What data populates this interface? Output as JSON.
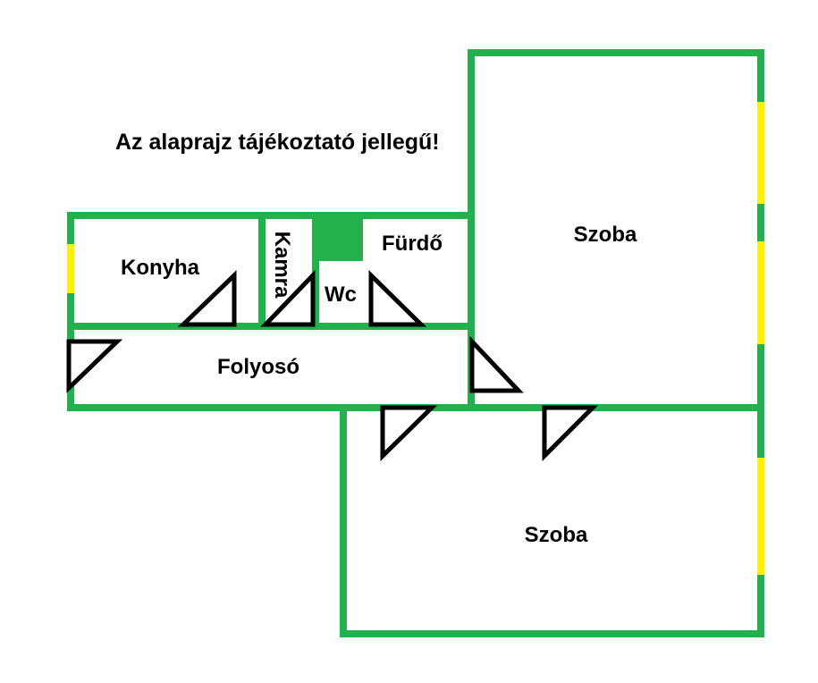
{
  "title": "Az alaprajz tájékoztató jellegű!",
  "rooms": {
    "konyha": {
      "label": "Konyha"
    },
    "kamra": {
      "label": "Kamra"
    },
    "wc": {
      "label": "Wc"
    },
    "furdo": {
      "label": "Fürdő"
    },
    "folyoso": {
      "label": "Folyosó"
    },
    "szoba_felso": {
      "label": "Szoba"
    },
    "szoba_also": {
      "label": "Szoba"
    }
  },
  "colors": {
    "wall_green": "#22B14C",
    "window_yellow": "#FFF200",
    "door_black": "#000000",
    "background": "#FFFFFF",
    "text": "#000000"
  }
}
